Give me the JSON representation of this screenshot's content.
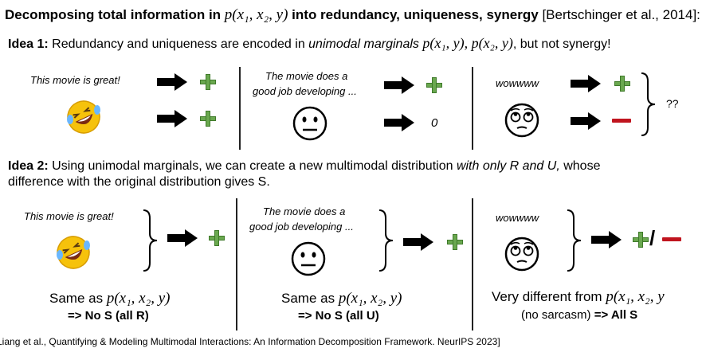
{
  "header": {
    "title_bold": "Decomposing total information in ",
    "title_math": "p(x₁, x₂, y)",
    "title_bold_2": " into redundancy, uniqueness, synergy",
    "citation": " [Bertschinger et al., 2014]:"
  },
  "idea1": {
    "label": "Idea 1:",
    "text": " Redundancy and uniqueness are encoded in ",
    "emph": "unimodal marginals",
    "math": " p(x₁, y), p(x₂, y)",
    "tail": ", but not synergy!"
  },
  "idea2": {
    "label": "Idea 2:",
    "text": " Using unimodal marginals, we can create a new multimodal distribution ",
    "emph": "with only R and U,",
    "tail": " whose",
    "line2": "difference with the original distribution gives S."
  },
  "row1": {
    "col1_text": "This movie is great!",
    "col2_text_1": "The movie does a",
    "col2_text_2": "good job developing ...",
    "col2_zero": "0",
    "col3_text": "wowwww",
    "col3_question": "??"
  },
  "row2": {
    "col1_text": "This movie is great!",
    "col2_text_1": "The movie does a",
    "col2_text_2": "good job developing ...",
    "col3_text": "wowwww",
    "col3_slash": "/",
    "col1_same": "Same as ",
    "col2_same": "Same as ",
    "math_p": "p(x₁, x₂, y)",
    "col1_result": "=> No S (all R)",
    "col2_result": "=> No S (all U)",
    "col3_very": "Very different from ",
    "col3_math": "p(x₁, x₂, y",
    "col3_result_paren": "(no sarcasm) ",
    "col3_result_bold": "=> All S"
  },
  "footer": {
    "text": "Liang et al., Quantifying & Modeling Multimodal Interactions: An Information Decomposition Framework. NeurIPS 2023]"
  },
  "colors": {
    "plus": "#6aa84f",
    "minus": "#c0141e",
    "emoji": "#f6c20b"
  },
  "icons": [
    "laughing-emoji-icon",
    "neutral-face-icon",
    "eye-roll-face-icon",
    "right-arrow-icon",
    "curly-brace-icon"
  ]
}
